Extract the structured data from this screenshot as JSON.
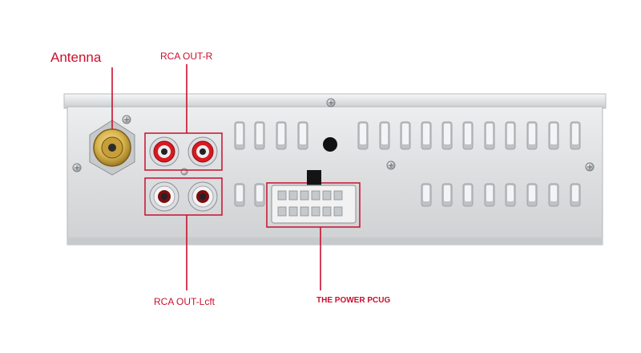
{
  "labels": {
    "antenna": "Antenna",
    "rca_out_right": "RCA OUT-R",
    "rca_out_left": "RCA OUT-Lcft",
    "power_plug": "THE POWER PCUG"
  },
  "colors": {
    "callout": "#c8102e",
    "panel": "#d9dbdd",
    "rca_right_ring": "#d8191f",
    "rca_left_ring": "#f4f4f4",
    "antenna_jack": "#e2c35a"
  },
  "icons": {
    "antenna_jack": "antenna-jack-icon",
    "rca_jack": "rca-jack-icon",
    "power_connector": "iso-power-connector-icon",
    "screw": "screw-icon"
  }
}
